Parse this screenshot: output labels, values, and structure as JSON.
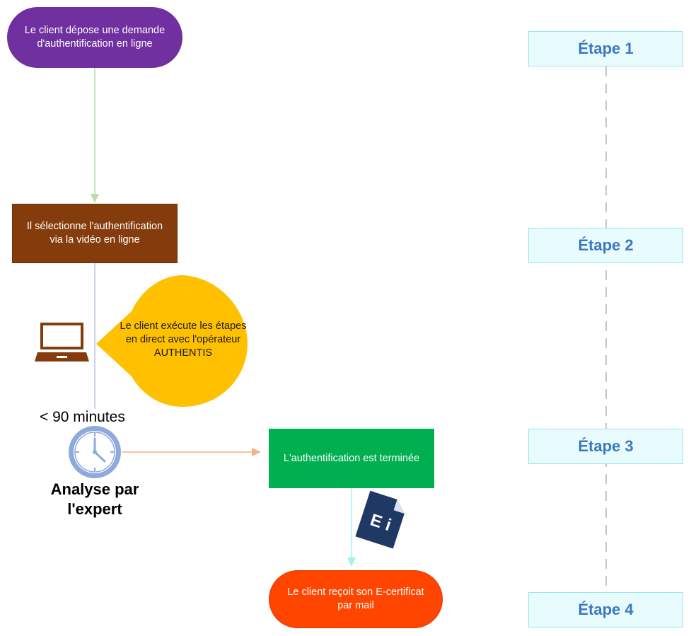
{
  "steps": [
    {
      "label": "Étape 1"
    },
    {
      "label": "Étape 2"
    },
    {
      "label": "Étape 3"
    },
    {
      "label": "Étape 4"
    }
  ],
  "nodes": {
    "request": {
      "text": "Le client dépose une demande d'authentification en ligne",
      "color": "#7030a0"
    },
    "select_video": {
      "text": "Il sélectionne l'authentification via la vidéo en ligne",
      "color": "#843c0c"
    },
    "live_steps": {
      "text": "Le client exécute les étapes en direct avec l'opérateur AUTHENTIS",
      "color": "#ffc000"
    },
    "finished": {
      "text": "L'authentification est terminée",
      "color": "#00b050"
    },
    "receive_certificate": {
      "text": "Le client reçoit son E-certificat par mail",
      "color": "#ff4500"
    }
  },
  "duration_label": "< 90 minutes",
  "expert_label": "Analyse par l'expert",
  "document_icon_text": "E i",
  "icons": [
    "laptop-icon",
    "clock-icon",
    "document-icon"
  ],
  "colors": {
    "step_text": "#3e78c0",
    "step_fill": "#e8fcfd",
    "step_border": "#9ae7ee",
    "arrow_green": "#b9dcab",
    "arrow_blue": "#b7c6e6",
    "arrow_orange": "#f4b183",
    "arrow_cyan": "#a5f0f7",
    "timeline_dash": "#c8c8c8",
    "icon_brown": "#843c0c",
    "clock_blue": "#8ea9db",
    "doc_navy": "#1f3864"
  }
}
